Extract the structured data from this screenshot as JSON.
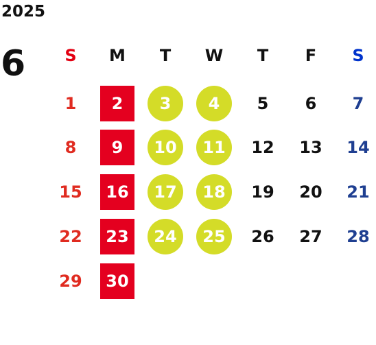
{
  "calendar": {
    "year": "2025",
    "month": "6",
    "weekdays": [
      {
        "label": "S",
        "color": "#e30012"
      },
      {
        "label": "M",
        "color": "#111111"
      },
      {
        "label": "T",
        "color": "#111111"
      },
      {
        "label": "W",
        "color": "#111111"
      },
      {
        "label": "T",
        "color": "#111111"
      },
      {
        "label": "F",
        "color": "#111111"
      },
      {
        "label": "S",
        "color": "#0033cc"
      }
    ],
    "start_weekday": 0,
    "days_in_month": 30,
    "colors": {
      "sunday": "#e02b20",
      "saturday": "#1f3f91",
      "weekday": "#111111",
      "highlight_square": "#e4001f",
      "highlight_circle": "#d4dc28",
      "highlight_text": "#ffffff"
    },
    "days": [
      {
        "day": "1"
      },
      {
        "day": "2",
        "highlight": "square"
      },
      {
        "day": "3",
        "highlight": "circle"
      },
      {
        "day": "4",
        "highlight": "circle"
      },
      {
        "day": "5"
      },
      {
        "day": "6"
      },
      {
        "day": "7"
      },
      {
        "day": "8"
      },
      {
        "day": "9",
        "highlight": "square"
      },
      {
        "day": "10",
        "highlight": "circle"
      },
      {
        "day": "11",
        "highlight": "circle"
      },
      {
        "day": "12"
      },
      {
        "day": "13"
      },
      {
        "day": "14"
      },
      {
        "day": "15"
      },
      {
        "day": "16",
        "highlight": "square"
      },
      {
        "day": "17",
        "highlight": "circle"
      },
      {
        "day": "18",
        "highlight": "circle"
      },
      {
        "day": "19"
      },
      {
        "day": "20"
      },
      {
        "day": "21"
      },
      {
        "day": "22"
      },
      {
        "day": "23",
        "highlight": "square"
      },
      {
        "day": "24",
        "highlight": "circle"
      },
      {
        "day": "25",
        "highlight": "circle"
      },
      {
        "day": "26"
      },
      {
        "day": "27"
      },
      {
        "day": "28"
      },
      {
        "day": "29"
      },
      {
        "day": "30",
        "highlight": "square"
      }
    ]
  }
}
